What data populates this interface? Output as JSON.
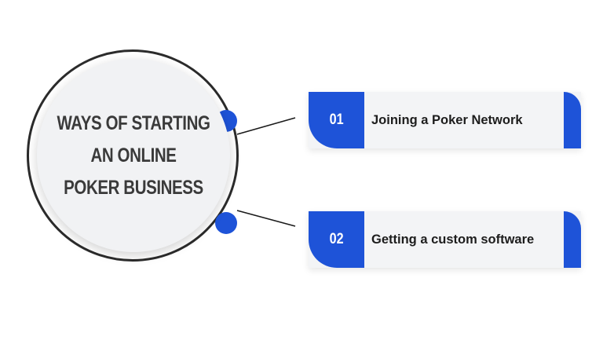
{
  "title_lines": [
    "WAYS OF STARTING",
    "AN ONLINE",
    "POKER BUSINESS"
  ],
  "items": [
    {
      "number": "01",
      "label": "Joining a Poker Network"
    },
    {
      "number": "02",
      "label": "Getting a custom software"
    }
  ],
  "colors": {
    "accent": "#1e53d8",
    "circle_ring": "#2b2b2b",
    "circle_fill": "#f1f2f4",
    "card_fill": "#f3f4f6",
    "text": "#3a3a3a"
  }
}
